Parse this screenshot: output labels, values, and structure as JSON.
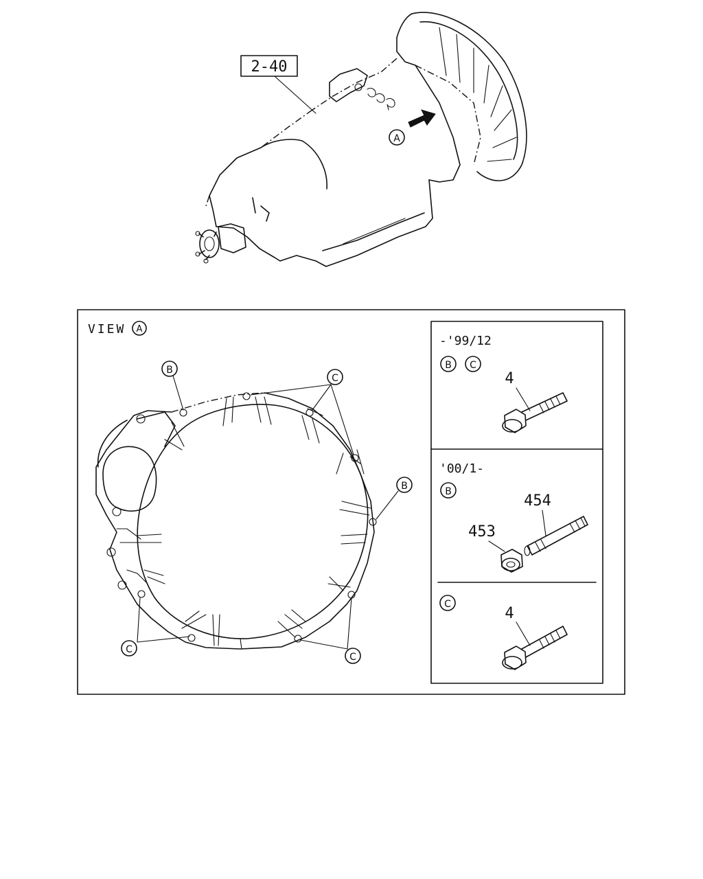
{
  "callouts": {
    "ref_box": "2-40",
    "view_marker": "A",
    "view_title": "VIEW",
    "letter_a": "A",
    "letter_b": "B",
    "letter_c": "C"
  },
  "panels": {
    "top": {
      "period": "-'99/12",
      "tag1": "B",
      "tag2": "C",
      "part": "4"
    },
    "middle": {
      "period": "'00/1-",
      "tag": "B",
      "part_stud": "454",
      "part_nut": "453"
    },
    "bottom": {
      "tag": "C",
      "part": "4"
    }
  }
}
